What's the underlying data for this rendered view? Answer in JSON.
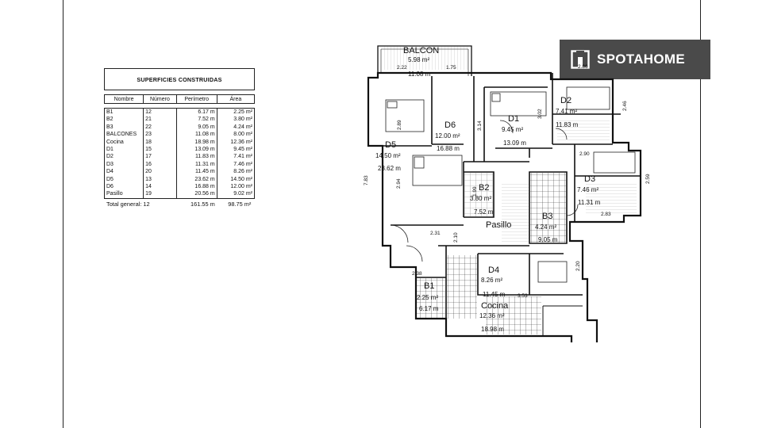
{
  "table": {
    "title": "SUPERFICIES CONSTRUIDAS",
    "headers": [
      "Nombre",
      "Número",
      "Perímetro",
      "Área"
    ],
    "rows": [
      [
        "B1",
        "12",
        "6.17 m",
        "2.25 m²"
      ],
      [
        "B2",
        "21",
        "7.52 m",
        "3.80 m²"
      ],
      [
        "B3",
        "22",
        "9.05 m",
        "4.24 m²"
      ],
      [
        "BALCONES",
        "23",
        "11.08 m",
        "8.00 m²"
      ],
      [
        "Cocina",
        "18",
        "18.98 m",
        "12.36 m²"
      ],
      [
        "D1",
        "15",
        "13.09 m",
        "9.45 m²"
      ],
      [
        "D2",
        "17",
        "11.83 m",
        "7.41 m²"
      ],
      [
        "D3",
        "16",
        "11.31 m",
        "7.46 m²"
      ],
      [
        "D4",
        "20",
        "11.45 m",
        "8.26 m²"
      ],
      [
        "D5",
        "13",
        "23.62 m",
        "14.50 m²"
      ],
      [
        "D6",
        "14",
        "16.88 m",
        "12.00 m²"
      ],
      [
        "Pasillo",
        "19",
        "20.56 m",
        "9.02 m²"
      ]
    ],
    "total": {
      "label": "Total general: 12",
      "perimeter": "161.55 m",
      "area": "98.75 m²"
    }
  },
  "logo": {
    "text": "SPOTAHOME"
  },
  "plan": {
    "rooms": [
      {
        "id": "balcon",
        "name": "BALCON",
        "area": "5.98 m²",
        "perimeter": "11.08 m"
      },
      {
        "id": "d6",
        "name": "D6",
        "area": "12.00 m²",
        "perimeter": "16.88 m"
      },
      {
        "id": "d1",
        "name": "D1",
        "area": "9.45 m²",
        "perimeter": "13.09 m"
      },
      {
        "id": "d2",
        "name": "D2",
        "area": "7.41 m²",
        "perimeter": "11.83 m"
      },
      {
        "id": "d5",
        "name": "D5",
        "area": "14.50 m²",
        "perimeter": "23.62 m"
      },
      {
        "id": "b2",
        "name": "B2",
        "area": "3.80 m²",
        "perimeter": "7.52 m"
      },
      {
        "id": "d3",
        "name": "D3",
        "area": "7.46 m²",
        "perimeter": "11.31 m"
      },
      {
        "id": "b3",
        "name": "B3",
        "area": "4.24 m²",
        "perimeter": "9.05 m"
      },
      {
        "id": "pasillo",
        "name": "Pasillo",
        "area": "",
        "perimeter": ""
      },
      {
        "id": "d4",
        "name": "D4",
        "area": "8.26 m²",
        "perimeter": "11.45 m"
      },
      {
        "id": "b1",
        "name": "B1",
        "area": "2.25 m²",
        "perimeter": "6.17 m"
      },
      {
        "id": "cocina",
        "name": "Cocina",
        "area": "12.36 m²",
        "perimeter": "18.98 m"
      }
    ],
    "dimensions": {
      "balcon_left": "2.22",
      "balcon_right": "1.75",
      "d2_top": "2.86",
      "d2_side": "2.46",
      "d6_height": "2.89",
      "d1_left": "3.14",
      "d1_right": "3.02",
      "d3_top": "2.90",
      "d3_side": "2.59",
      "d3_bottom": "2.83",
      "total_height": "7.83",
      "d5_height": "2.94",
      "b2_height": "1.99",
      "pasillo_left": "2.31",
      "pasillo_mid": "2.10",
      "d4_side": "2.20",
      "b1_top": "2.38",
      "cocina_right": "3.53"
    }
  }
}
